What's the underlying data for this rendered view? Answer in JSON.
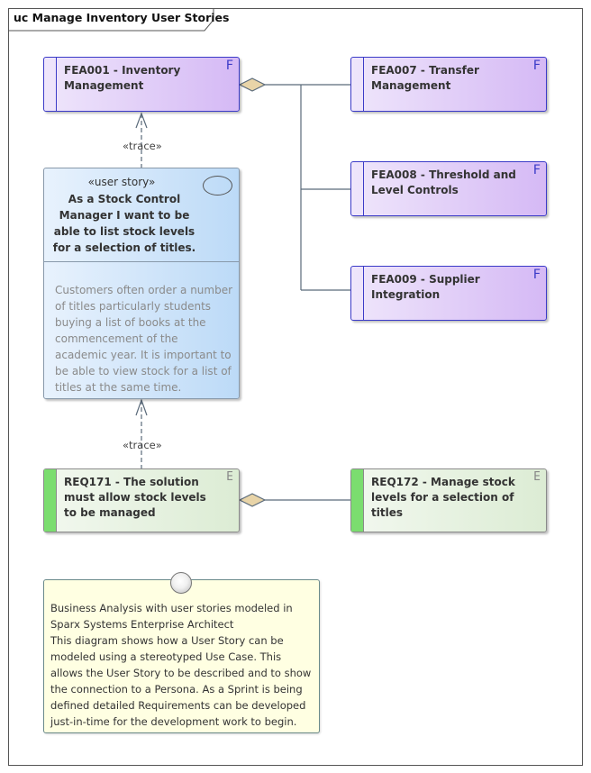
{
  "diagram": {
    "title": "uc Manage Inventory User Stories"
  },
  "features": [
    {
      "label": "FEA001 - Inventory Management",
      "glyph": "F"
    },
    {
      "label": "FEA007 - Transfer Management",
      "glyph": "F"
    },
    {
      "label": "FEA008 - Threshold and Level Controls",
      "glyph": "F"
    },
    {
      "label": "FEA009 - Supplier Integration",
      "glyph": "F"
    }
  ],
  "user_story": {
    "stereotype": "«user story»",
    "title": "As a Stock Control Manager I want to be able to list stock levels for a selection of titles.",
    "notes": "Customers often order a number of titles particularly students buying a list of books at the commencement of the academic year. It is important to be able to view stock for a list of titles at the same time."
  },
  "trace_label": "«trace»",
  "requirements": [
    {
      "label": "REQ171 - The solution must allow stock levels to be managed",
      "glyph": "E"
    },
    {
      "label": "REQ172 - Manage stock levels for a selection of titles",
      "glyph": "E"
    }
  ],
  "note": {
    "text_line1": "Business Analysis with user stories modeled in Sparx Systems Enterprise Architect",
    "text_line2": "This diagram shows how a User Story can be modeled using a stereotyped Use Case. This allows the User Story to be described and to show the connection to a Persona. As a Sprint is being defined detailed Requirements can be developed just-in-time for the development work to begin."
  },
  "colors": {
    "feature_border": "#3b3bc8",
    "feature_fill": "#d5b9f5",
    "story_fill": "#bcdaf7",
    "requirement_bar": "#7bdd6f",
    "note_fill": "#ffffe2"
  }
}
